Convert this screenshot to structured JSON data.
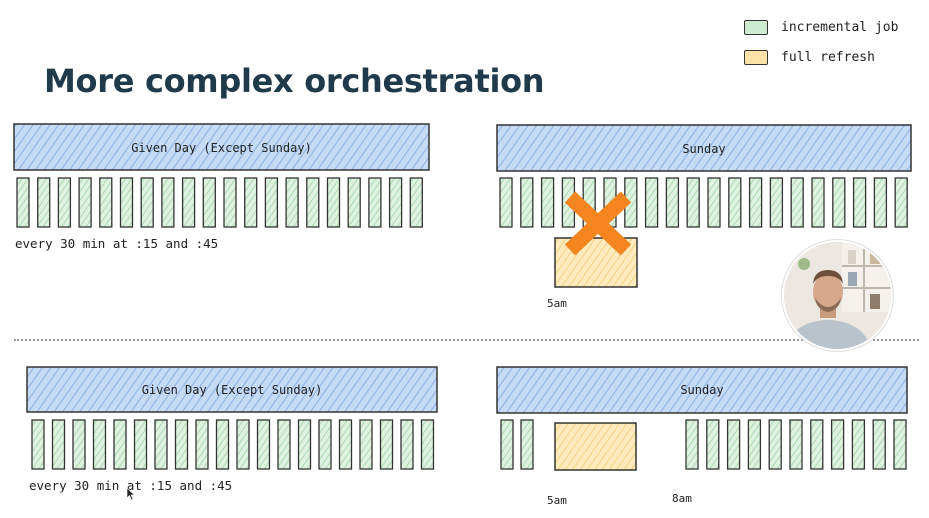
{
  "slide": {
    "title": "More complex orchestration"
  },
  "legend": {
    "incremental_label": "incremental job",
    "full_refresh_label": "full refresh",
    "incremental_color": "#cdebd0",
    "full_refresh_color": "#fbe3a7"
  },
  "top_left": {
    "banner": "Given Day (Except Sunday)",
    "caption": "every 30 min at :15 and :45"
  },
  "top_right": {
    "banner": "Sunday",
    "time_label": "5am"
  },
  "bottom_left": {
    "banner": "Given Day (Except Sunday)",
    "caption": "every 30 min at :15 and :45"
  },
  "bottom_right": {
    "banner": "Sunday",
    "time_label_1": "5am",
    "time_label_2": "8am"
  },
  "colors": {
    "banner_fill": "#b7d2f1",
    "incremental": "#cdebd0",
    "full_refresh": "#fbe3a7",
    "cross": "#f5851f",
    "title": "#1f3a4a"
  }
}
